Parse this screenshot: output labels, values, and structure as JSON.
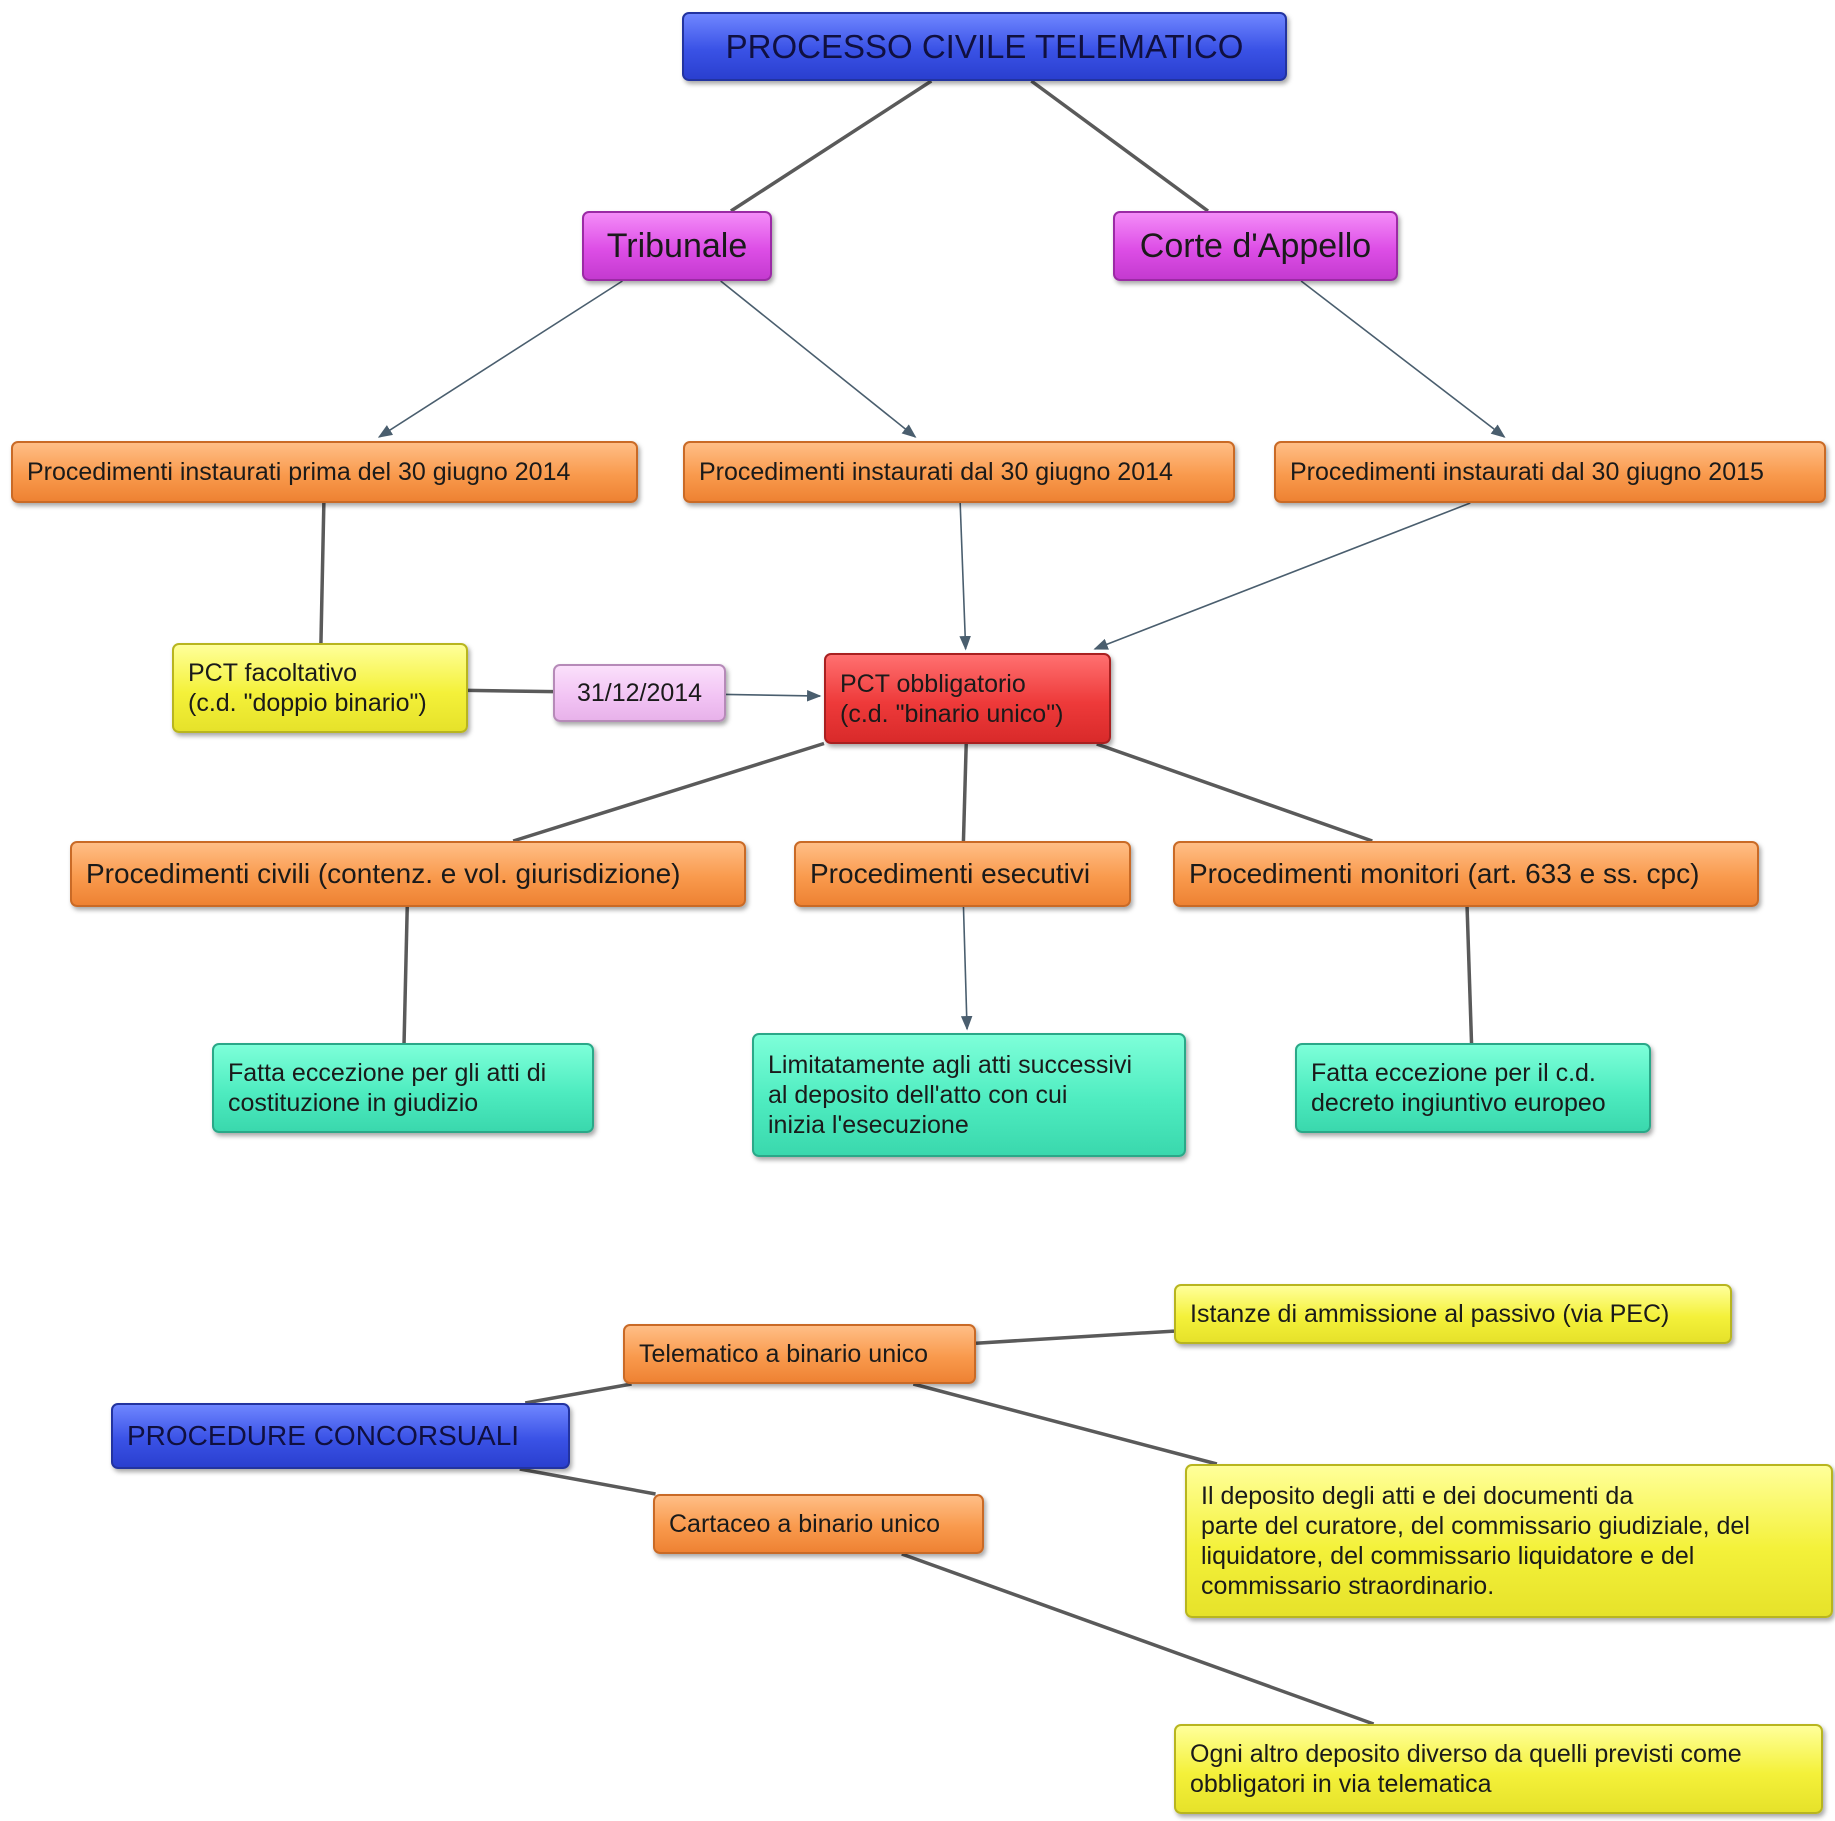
{
  "diagram": {
    "nodes": {
      "root": "PROCESSO CIVILE TELEMATICO",
      "tribunale": "Tribunale",
      "corte": "Corte d'Appello",
      "prima2014": "Procedimenti instaurati prima del 30 giugno 2014",
      "dal2014": "Procedimenti instaurati dal 30 giugno 2014",
      "dal2015": "Procedimenti instaurati dal 30 giugno 2015",
      "facoltativo": "PCT facoltativo\n(c.d. \"doppio binario\")",
      "data": "31/12/2014",
      "obbligatorio": "PCT obbligatorio\n(c.d. \"binario unico\")",
      "civili": "Procedimenti civili (contenz. e vol. giurisdizione)",
      "esecutivi": "Procedimenti esecutivi",
      "monitori": "Procedimenti monitori (art. 633 e ss. cpc)",
      "ecc_civili": "Fatta eccezione per gli atti di\ncostituzione in giudizio",
      "ecc_esecutivi": "Limitatamente agli atti successivi\nal deposito dell'atto con cui\ninizia l'esecuzione",
      "ecc_monitori": "Fatta eccezione per il c.d.\ndecreto ingiuntivo europeo",
      "concorsuali": "PROCEDURE CONCORSUALI",
      "telematico": "Telematico a binario unico",
      "cartaceo": "Cartaceo a binario unico",
      "istanze": "Istanze di ammissione al passivo (via PEC)",
      "deposito": "Il deposito degli atti e dei documenti  da\nparte del curatore, del commissario giudiziale, del\nliquidatore,  del commissario liquidatore e del\ncommissario straordinario.",
      "altro": "Ogni altro deposito diverso da quelli previsti come\nobbligatori in via telematica"
    },
    "edges": [
      {
        "from": "root",
        "to": "tribunale",
        "type": "line"
      },
      {
        "from": "root",
        "to": "corte",
        "type": "line"
      },
      {
        "from": "tribunale",
        "to": "prima2014",
        "type": "arrow"
      },
      {
        "from": "tribunale",
        "to": "dal2014",
        "type": "arrow"
      },
      {
        "from": "corte",
        "to": "dal2015",
        "type": "arrow"
      },
      {
        "from": "prima2014",
        "to": "facoltativo",
        "type": "line"
      },
      {
        "from": "dal2014",
        "to": "obbligatorio",
        "type": "arrow"
      },
      {
        "from": "dal2015",
        "to": "obbligatorio",
        "type": "arrow"
      },
      {
        "from": "facoltativo",
        "to": "data",
        "type": "line"
      },
      {
        "from": "data",
        "to": "obbligatorio",
        "type": "arrow"
      },
      {
        "from": "obbligatorio",
        "to": "civili",
        "type": "line"
      },
      {
        "from": "obbligatorio",
        "to": "esecutivi",
        "type": "line"
      },
      {
        "from": "obbligatorio",
        "to": "monitori",
        "type": "line"
      },
      {
        "from": "civili",
        "to": "ecc_civili",
        "type": "line"
      },
      {
        "from": "esecutivi",
        "to": "ecc_esecutivi",
        "type": "arrow"
      },
      {
        "from": "monitori",
        "to": "ecc_monitori",
        "type": "line"
      },
      {
        "from": "concorsuali",
        "to": "telematico",
        "type": "line"
      },
      {
        "from": "concorsuali",
        "to": "cartaceo",
        "type": "line"
      },
      {
        "from": "telematico",
        "to": "istanze",
        "type": "line"
      },
      {
        "from": "telematico",
        "to": "deposito",
        "type": "line"
      },
      {
        "from": "cartaceo",
        "to": "altro",
        "type": "line"
      }
    ]
  }
}
